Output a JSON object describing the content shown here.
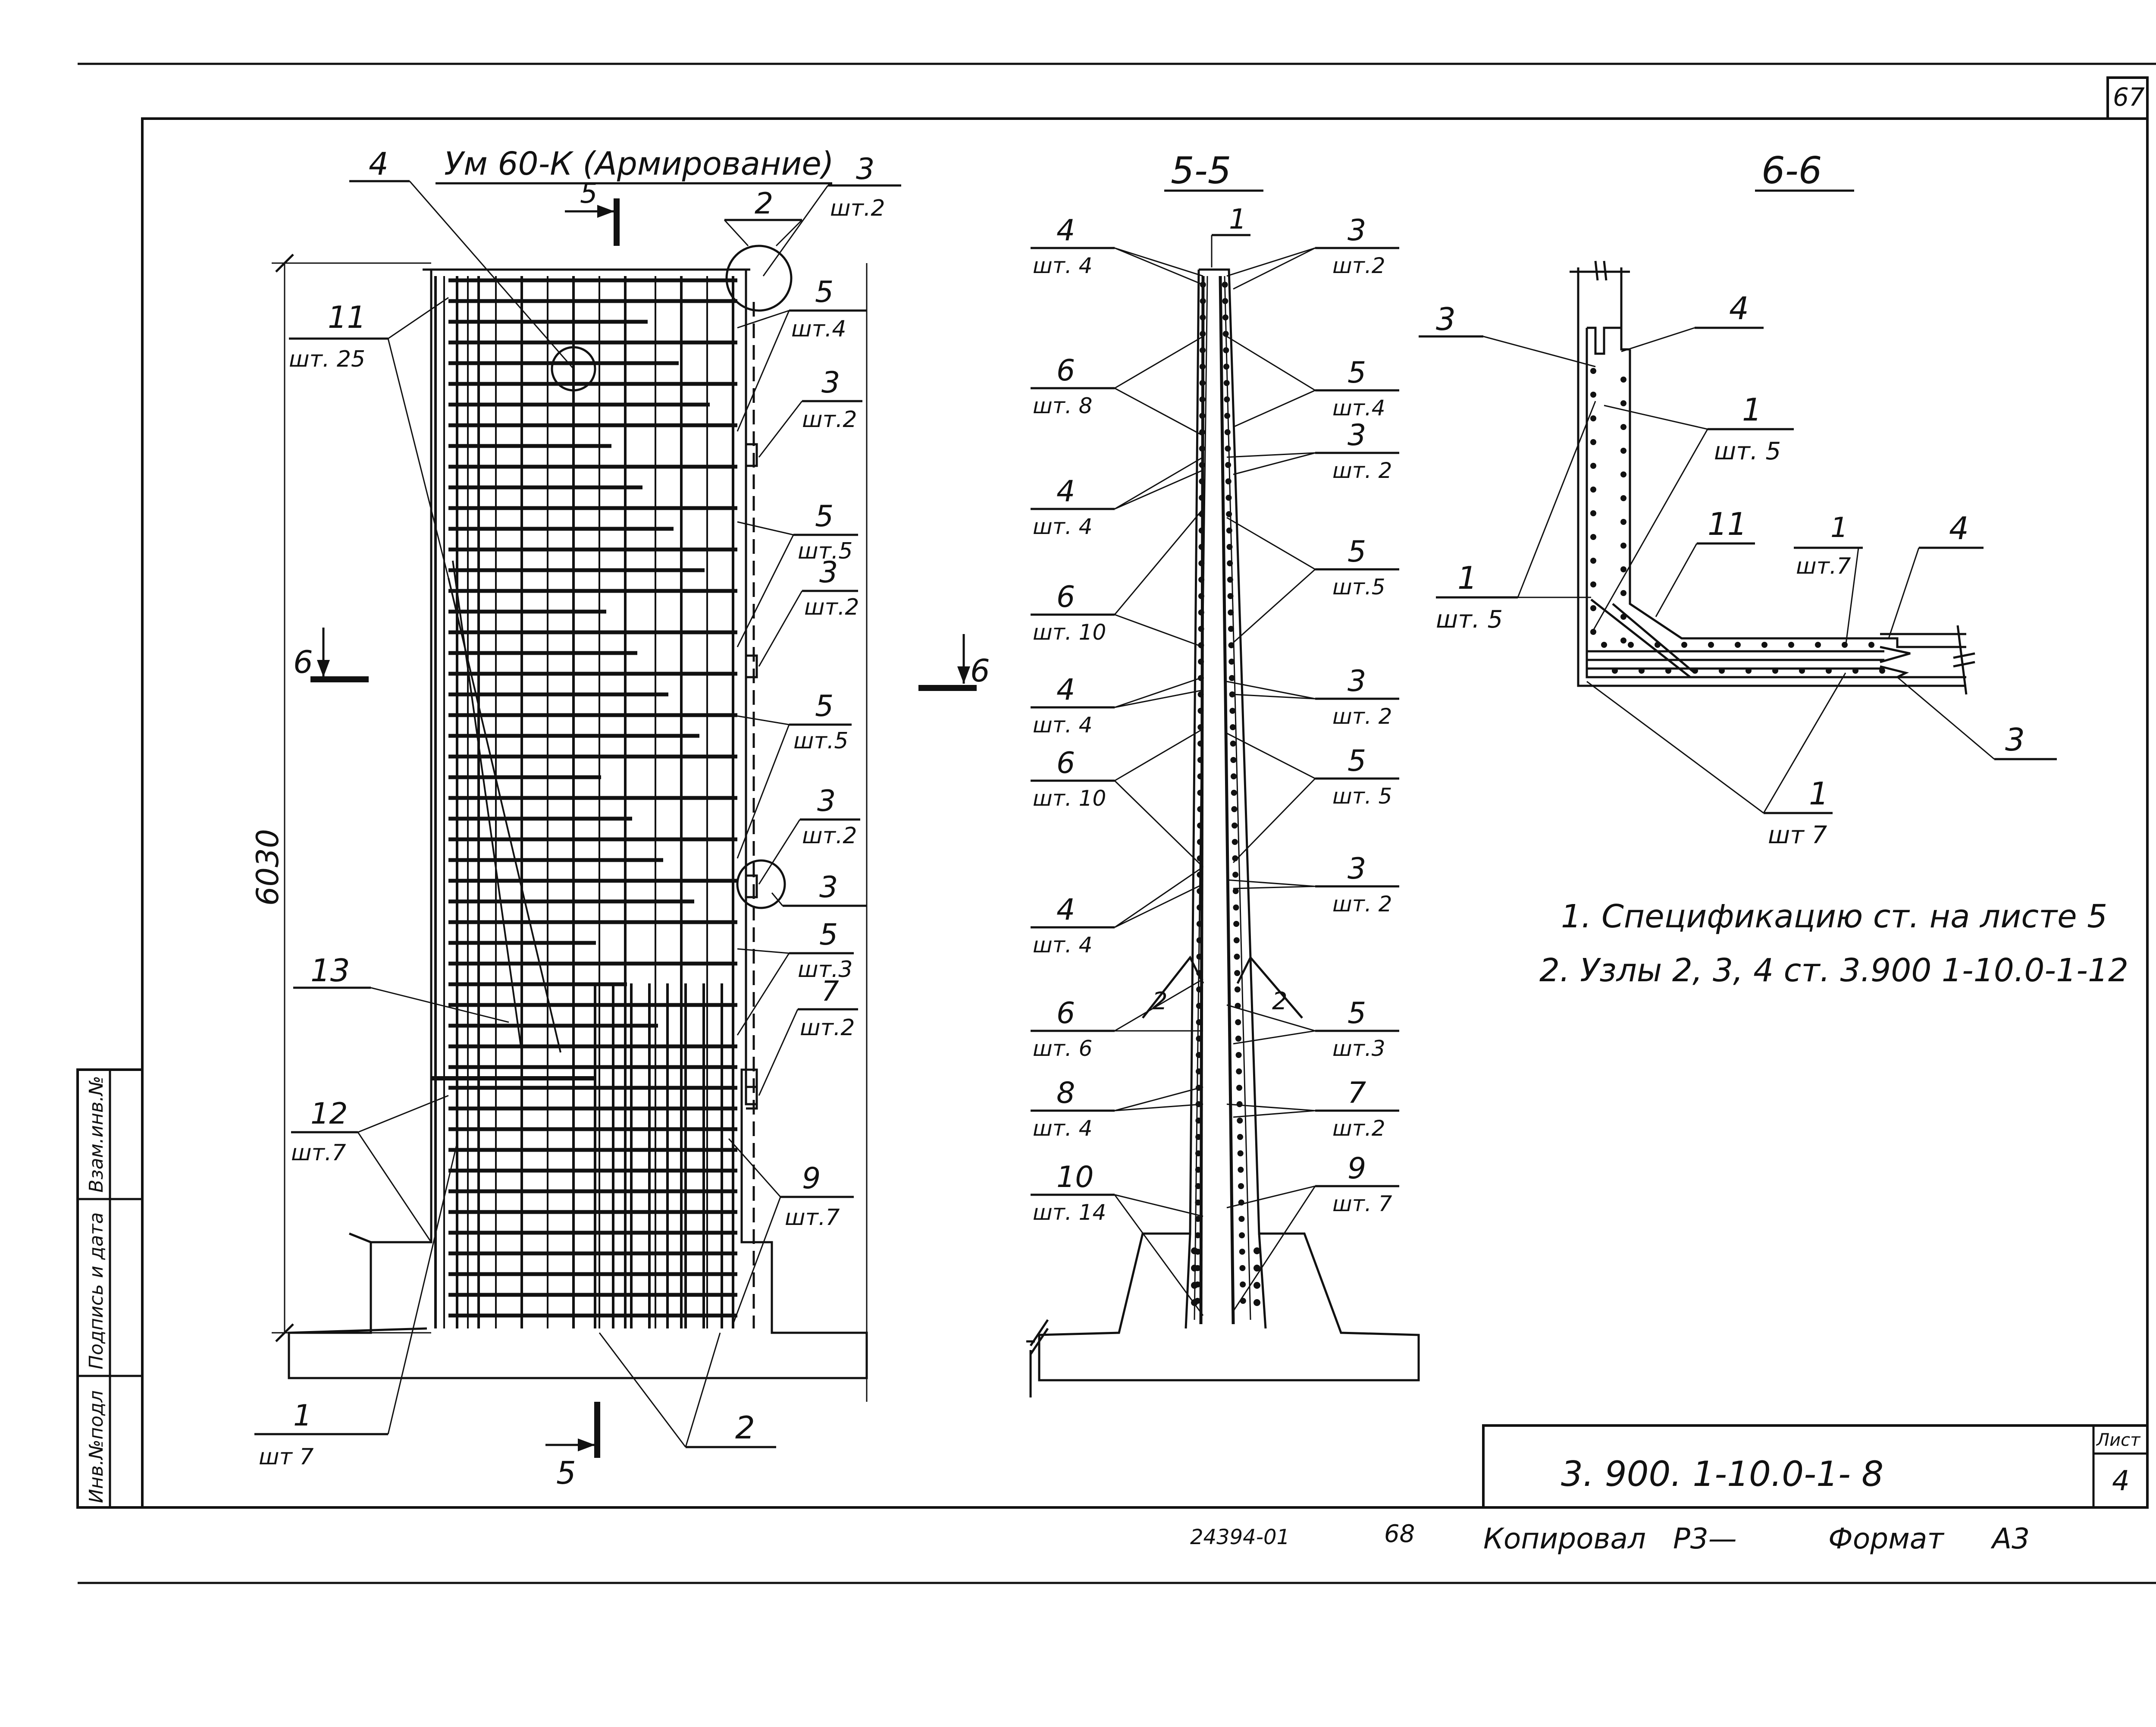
{
  "sheet": {
    "page_number_top": "67",
    "sheet_label": "Лист",
    "sheet_number": "4",
    "drawing_code": "3. 900. 1-10.0-1- 8",
    "archive_number": "24394-01",
    "archive_page": "68",
    "copied_by": "Копировал",
    "copied_signature": "Р3—",
    "format_label": "Формат",
    "format_value": "А3"
  },
  "side_stamp": {
    "inv_no": "Инв.№подл",
    "signature_date": "Подпись и дата",
    "replace_inv": "Взам.инв.№"
  },
  "notes": [
    "1. Спецификацию ст. на листе 5",
    "2. Узлы 2, 3, 4 ст. 3.900 1-10.0-1-12"
  ],
  "views": {
    "elevation": {
      "title": "Ум 60-К (Армирование)",
      "height_dim": "6030",
      "cut_5_top": "5",
      "cut_5_bottom": "5",
      "cut_6_left": "6",
      "cut_6_right": "6",
      "callouts": [
        {
          "id": "4",
          "count": ""
        },
        {
          "id": "3",
          "count": "шт.2"
        },
        {
          "id": "2",
          "count": ""
        },
        {
          "id": "11",
          "count": "шт. 25"
        },
        {
          "id": "5",
          "count": "шт.4"
        },
        {
          "id": "3",
          "count": "шт.2"
        },
        {
          "id": "5",
          "count": "шт.5"
        },
        {
          "id": "3",
          "count": "шт.2"
        },
        {
          "id": "5",
          "count": "шт.5"
        },
        {
          "id": "3",
          "count": "шт.2"
        },
        {
          "id": "3",
          "count": ""
        },
        {
          "id": "5",
          "count": "шт.3"
        },
        {
          "id": "7",
          "count": "шт.2"
        },
        {
          "id": "13",
          "count": ""
        },
        {
          "id": "12",
          "count": "шт.7"
        },
        {
          "id": "9",
          "count": "шт.7"
        },
        {
          "id": "1",
          "count": "шт 7"
        },
        {
          "id": "2",
          "count": ""
        }
      ]
    },
    "section_5_5": {
      "title": "5-5",
      "top_mark": "1",
      "left_callouts": [
        {
          "id": "4",
          "count": "шт. 4"
        },
        {
          "id": "6",
          "count": "шт. 8"
        },
        {
          "id": "4",
          "count": "шт. 4"
        },
        {
          "id": "6",
          "count": "шт. 10"
        },
        {
          "id": "4",
          "count": "шт. 4"
        },
        {
          "id": "6",
          "count": "шт. 10"
        },
        {
          "id": "4",
          "count": "шт. 4"
        },
        {
          "id": "6",
          "count": "шт. 6"
        },
        {
          "id": "8",
          "count": "шт. 4"
        },
        {
          "id": "10",
          "count": "шт. 14"
        }
      ],
      "right_callouts": [
        {
          "id": "3",
          "count": "шт.2"
        },
        {
          "id": "5",
          "count": "шт.4"
        },
        {
          "id": "3",
          "count": "шт. 2"
        },
        {
          "id": "5",
          "count": "шт.5"
        },
        {
          "id": "3",
          "count": "шт. 2"
        },
        {
          "id": "5",
          "count": "шт. 5"
        },
        {
          "id": "3",
          "count": "шт. 2"
        },
        {
          "id": "5",
          "count": "шт.3"
        },
        {
          "id": "7",
          "count": "шт.2"
        },
        {
          "id": "9",
          "count": "шт. 7"
        }
      ],
      "inner_marks": [
        "2",
        "2"
      ]
    },
    "section_6_6": {
      "title": "6-6",
      "callouts": [
        {
          "id": "3",
          "count": ""
        },
        {
          "id": "4",
          "count": ""
        },
        {
          "id": "1",
          "count": "шт. 5"
        },
        {
          "id": "1",
          "count": "шт. 5"
        },
        {
          "id": "11",
          "count": ""
        },
        {
          "id": "1",
          "count": "шт.7"
        },
        {
          "id": "4",
          "count": ""
        },
        {
          "id": "3",
          "count": ""
        },
        {
          "id": "1",
          "count": "шт 7"
        }
      ]
    }
  }
}
